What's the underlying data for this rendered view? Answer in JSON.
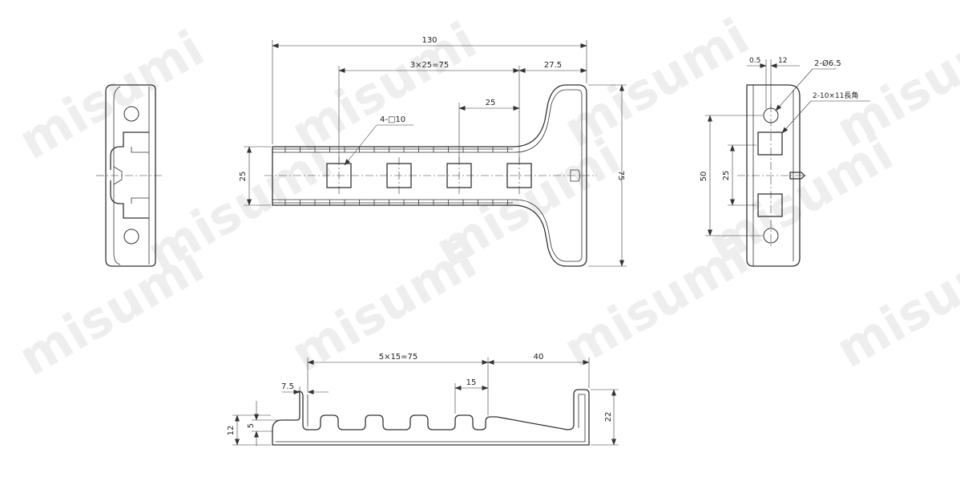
{
  "watermark": "misumi",
  "front_view": {
    "dim_overall_width": "130",
    "dim_hole_pitch": "3×25=75",
    "dim_end_offset": "27.5",
    "dim_pitch": "25",
    "dim_hole_callout": "4-□10",
    "dim_bar_height": "25",
    "dim_total_height": "75"
  },
  "side_view": {
    "dim_slot_pitch": "5×15=75",
    "dim_tail_length": "40",
    "dim_first_offset": "7.5",
    "dim_slot_pitch_single": "15",
    "dim_height": "22",
    "dim_base_thickness": "12",
    "dim_slot_depth": "5"
  },
  "right_view": {
    "dim_edge": "0.5",
    "dim_offset": "12",
    "dim_round_holes": "2-Ø6.5",
    "dim_square_holes": "2-10×11長角",
    "dim_span": "50",
    "dim_square_pitch": "25"
  }
}
